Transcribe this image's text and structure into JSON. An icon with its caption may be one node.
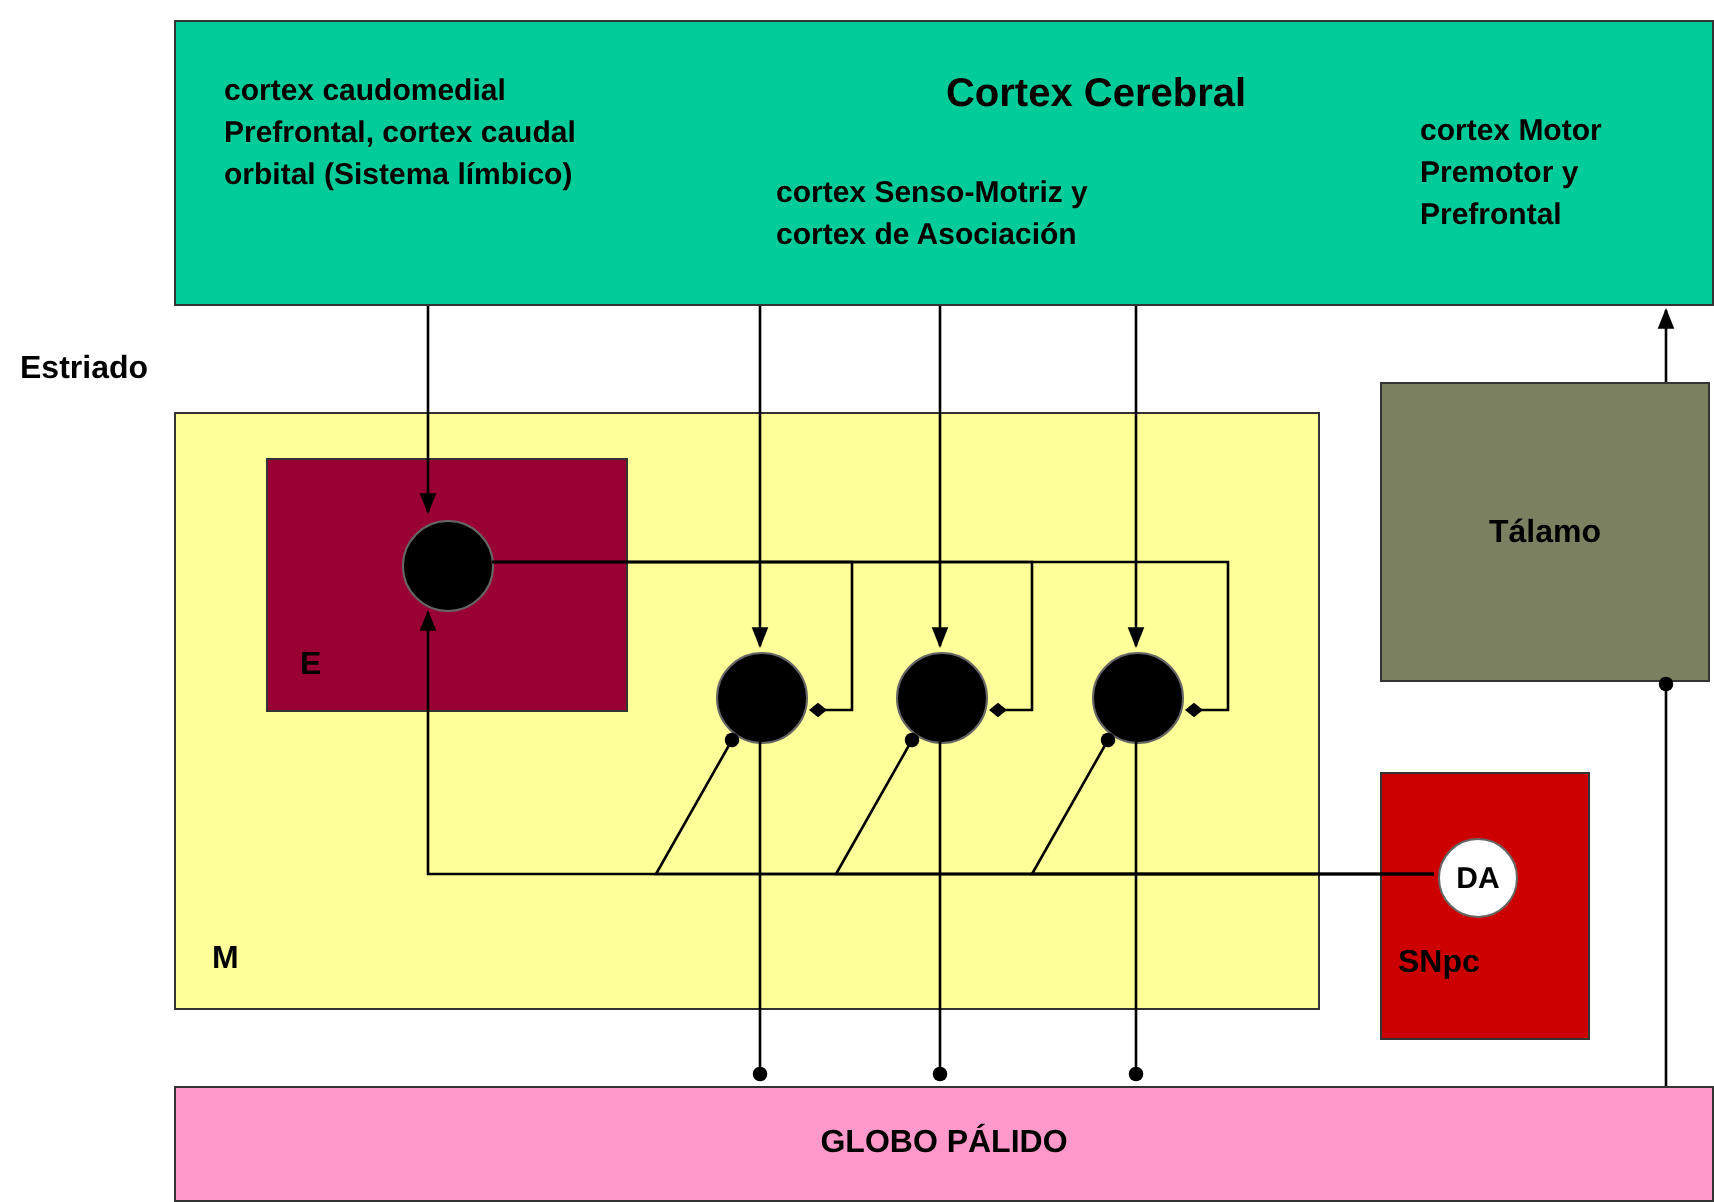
{
  "diagram": {
    "nodes": [
      {
        "text": [
          "Cortex Cerebral",
          "cortex caudomedial Prefrontal, cortex caudal orbital (Sistema límbico)",
          "cortex Senso-Motriz y cortex de Asociación",
          "cortex Motor Premotor y Prefrontal"
        ]
      },
      {
        "text": [
          "M"
        ]
      },
      {
        "text": [
          "E"
        ],
        "in": 1
      },
      {
        "text": [],
        "shape": "circle",
        "in": 2
      },
      {
        "text": [],
        "shape": "circle",
        "in": 1
      },
      {
        "text": [],
        "shape": "circle",
        "in": 1
      },
      {
        "text": [],
        "shape": "circle",
        "in": 1
      },
      {
        "text": [
          "Tálamo"
        ]
      },
      {
        "text": [
          "SNpc"
        ]
      },
      {
        "text": [
          "DA"
        ],
        "in": 8
      },
      {
        "text": [
          "GLOBO PÁLIDO"
        ]
      }
    ],
    "edges": [
      {
        "from": 0,
        "to": 3,
        "arrow": "to"
      },
      {
        "from": 0,
        "to": 4,
        "arrow": "to"
      },
      {
        "from": 0,
        "to": 5,
        "arrow": "to"
      },
      {
        "from": 0,
        "to": 6,
        "arrow": "to"
      },
      {
        "from": 3,
        "to": 4,
        "arrow": "other"
      },
      {
        "from": 3,
        "to": 5,
        "arrow": "other"
      },
      {
        "from": 3,
        "to": 6,
        "arrow": "other"
      },
      {
        "from": 9,
        "to": 3,
        "arrow": "to"
      },
      {
        "from": 9,
        "to": 4,
        "arrow": "other"
      },
      {
        "from": 9,
        "to": 5,
        "arrow": "other"
      },
      {
        "from": 9,
        "to": 6,
        "arrow": "other"
      },
      {
        "from": 4,
        "to": 10,
        "arrow": "other"
      },
      {
        "from": 5,
        "to": 10,
        "arrow": "other"
      },
      {
        "from": 6,
        "to": 10,
        "arrow": "other"
      },
      {
        "from": 10,
        "to": 7,
        "arrow": "other"
      },
      {
        "from": 7,
        "to": 0,
        "arrow": "to"
      }
    ],
    "labels": [
      "Estriado"
    ]
  }
}
